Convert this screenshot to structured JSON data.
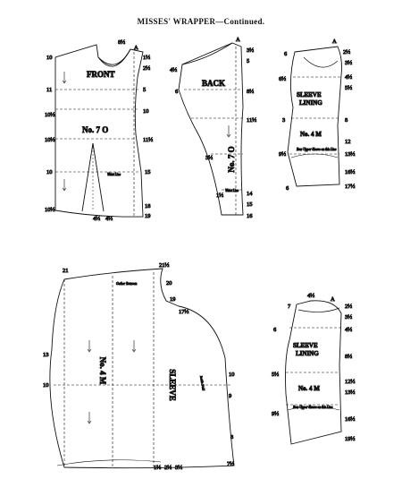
{
  "header": {
    "title": "MISSES' WRAPPER—Continued."
  },
  "pieces": {
    "front": {
      "name": "FRONT",
      "number": "No. 7 O",
      "letter": "A",
      "waist_line": "Waist Line",
      "left_measures": [
        "10",
        "11",
        "10½",
        "10½",
        "10",
        "10½"
      ],
      "right_measures": [
        "8½",
        "1½",
        "2½",
        "5",
        "10",
        "11½",
        "15",
        "18",
        "19"
      ],
      "bottom_measures": [
        "4½",
        "4½"
      ]
    },
    "back": {
      "name": "BACK",
      "number": "No. 7 O",
      "letter": "A",
      "waist_line": "Waist Line",
      "left_measures": [
        "4½",
        "6",
        "3½",
        "1½"
      ],
      "right_measures": [
        "3½",
        "5",
        "8½",
        "11½",
        "14",
        "15",
        "16"
      ]
    },
    "sleeve_lining_upper": {
      "name_line1": "SLEEVE",
      "name_line2": "LINING",
      "number": "No. 4 M",
      "letter": "A",
      "note": "Bow Upper Sleeve on this Line",
      "left_measures": [
        "6",
        "6½",
        "3",
        "9½",
        "6"
      ],
      "right_measures": [
        "2½",
        "3½",
        "4½",
        "5½",
        "8",
        "12",
        "13½",
        "16½",
        "17½"
      ]
    },
    "sleeve": {
      "name": "SLEEVE",
      "number": "No. 4 M",
      "left_measures": [
        "13",
        "10",
        "17½",
        "3½",
        "2½",
        "1½"
      ],
      "right_measures": [
        "10",
        "9",
        "8",
        "7½"
      ],
      "top_measures": [
        "21",
        "21½",
        "20",
        "19"
      ],
      "notes": [
        "Inside Fold",
        "Gather Between"
      ]
    },
    "sleeve_lining_lower": {
      "name_line1": "SLEEVE",
      "name_line2": "LINING",
      "number": "No. 4 M",
      "letter": "A",
      "note": "Bow Upper Sleeve on this Line",
      "top_measure": "4½",
      "left_measures": [
        "7",
        "6",
        "5½",
        "9½"
      ],
      "right_measures": [
        "2½",
        "3½",
        "4½",
        "8½",
        "12½",
        "13½",
        "16½",
        "19½"
      ]
    }
  }
}
